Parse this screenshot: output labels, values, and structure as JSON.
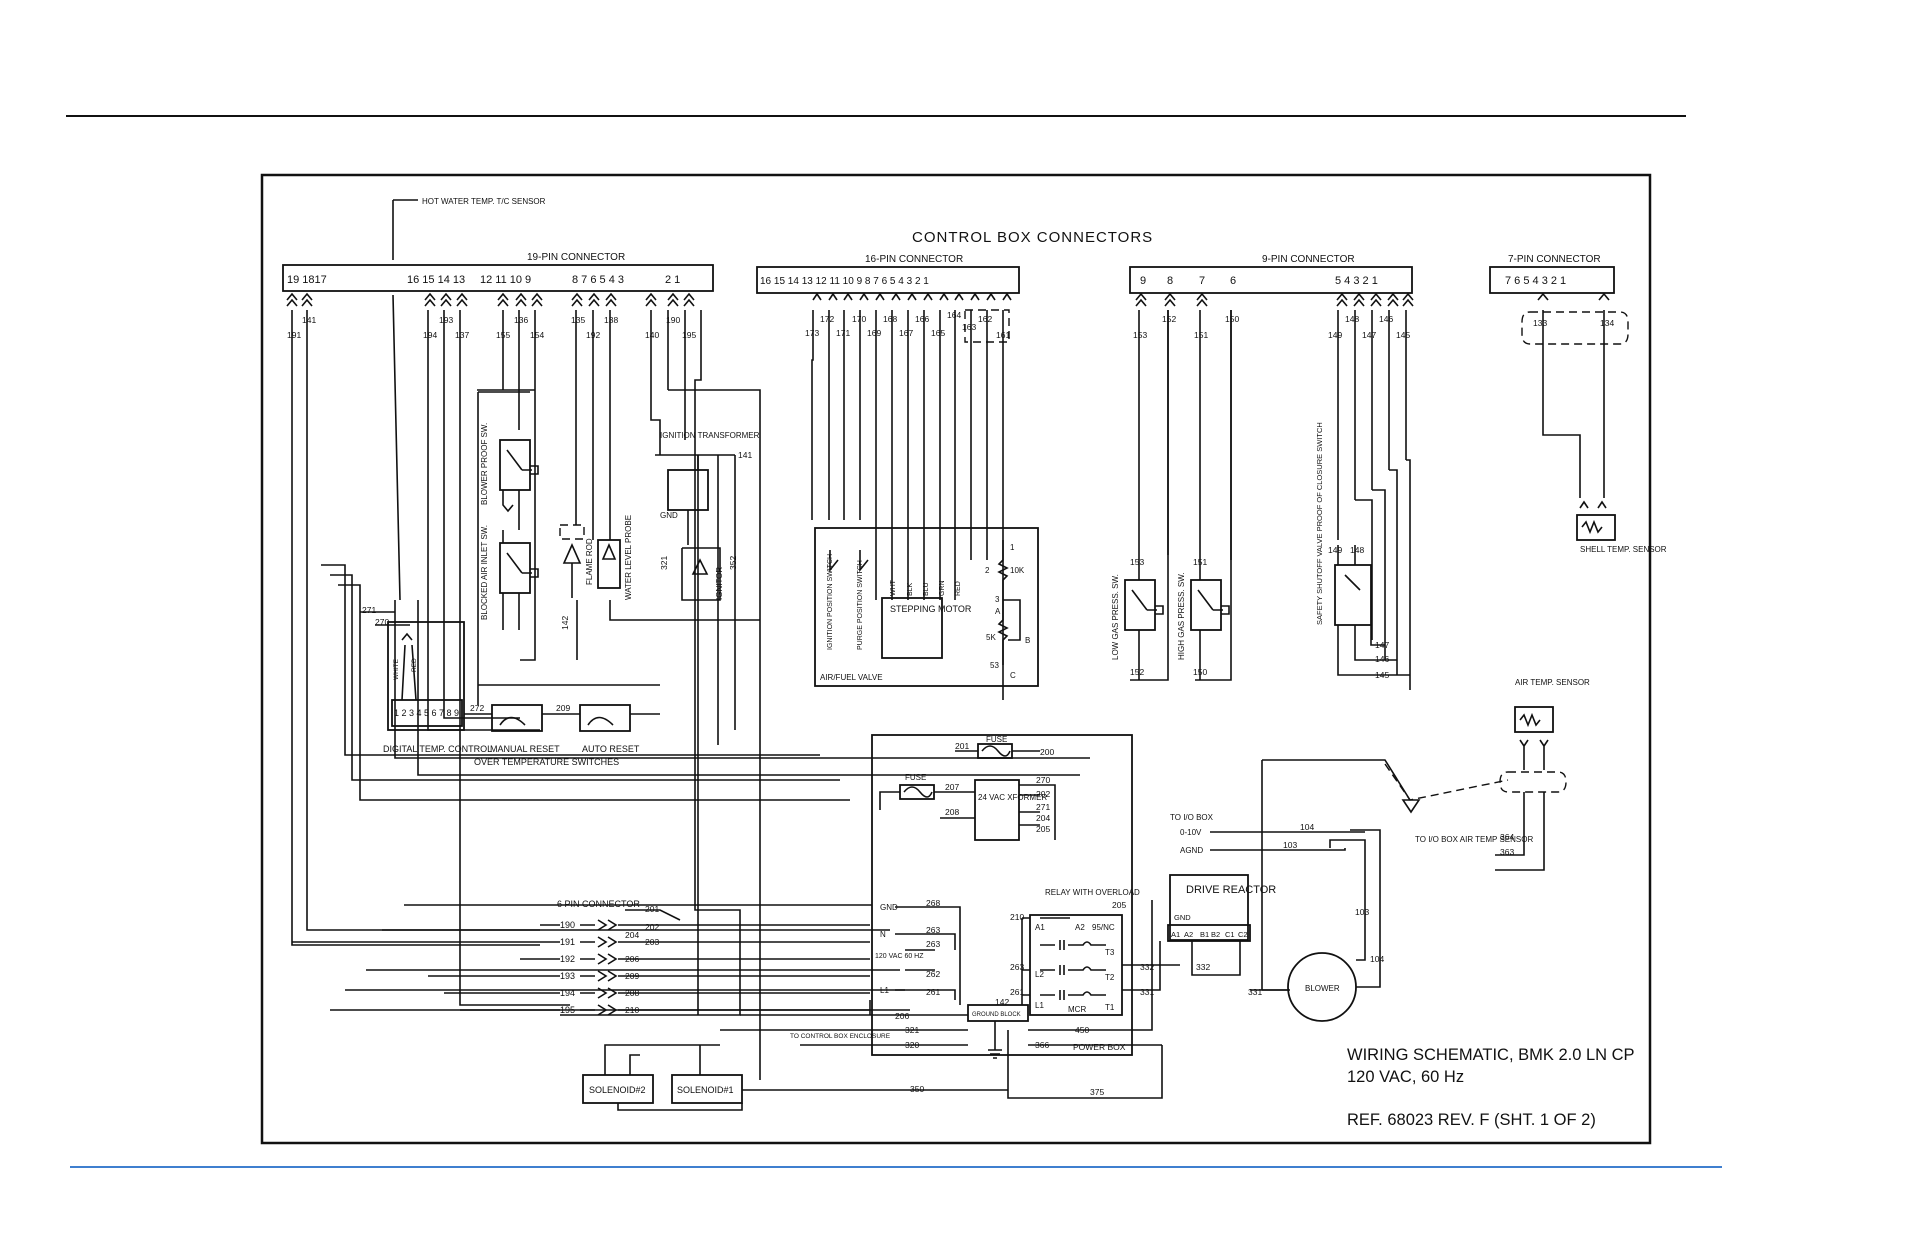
{
  "sheet": {
    "title": "CONTROL BOX CONNECTORS",
    "caption_line1": "WIRING SCHEMATIC, BMK 2.0 LN CP",
    "caption_line2": "120 VAC, 60 Hz",
    "caption_line3": "REF. 68023 REV. F (SHT. 1 OF 2)"
  },
  "connectors": {
    "c19": {
      "label": "19-PIN CONNECTOR",
      "pins": [
        "19 1817",
        "16 15 14 13",
        "12 11 10 9",
        "8 7 6 5 4 3",
        "2 1"
      ],
      "wires": [
        "191",
        "141",
        "194",
        "193",
        "137",
        "155",
        "136",
        "154",
        "135",
        "192",
        "138",
        "140",
        "190",
        "195"
      ]
    },
    "c16": {
      "label": "16-PIN CONNECTOR",
      "pins": "16 15 14 13 12 11 10 9 8 7 6 5 4 3 2 1",
      "wires": [
        "173",
        "172",
        "171",
        "170",
        "169",
        "168",
        "167",
        "166",
        "165",
        "164",
        "163",
        "162",
        "161"
      ]
    },
    "c9": {
      "label": "9-PIN CONNECTOR",
      "pins": [
        "9",
        "8",
        "7",
        "6",
        "5 4 3 2 1"
      ],
      "wires": [
        "153",
        "152",
        "151",
        "150",
        "149",
        "148",
        "147",
        "146",
        "145"
      ]
    },
    "c7": {
      "label": "7-PIN CONNECTOR",
      "pins": "7 6 5 4 3 2 1",
      "wires": [
        "133",
        "134"
      ]
    },
    "c6": {
      "label": "6 PIN CONNECTOR",
      "wires": [
        "190",
        "191",
        "192",
        "193",
        "194",
        "195"
      ],
      "right_wires": [
        "201",
        "202",
        "204",
        "203",
        "206",
        "209",
        "208",
        "210"
      ]
    }
  },
  "components": {
    "hot_water": "HOT WATER TEMP. T/C SENSOR",
    "blower_proof": "BLOWER PROOF SW.",
    "blocked_air": "BLOCKED AIR INLET SW.",
    "flame_rod": "FLAME ROD",
    "water_level": "WATER LEVEL PROBE",
    "ignition_transformer": "IGNITION TRANSFORMER",
    "gnd": "GND",
    "ignitor": "IGNITOR",
    "ign_wires": [
      "321",
      "352",
      "142",
      "141"
    ],
    "digital_temp": "DIGITAL TEMP. CONTROL",
    "dtc_pins": "1 2 3 4 5 6 7 8 9",
    "dtc_wires": [
      "271",
      "270",
      "272",
      "209"
    ],
    "white": "WHITE",
    "red": "RED",
    "manual_reset": "MANUAL RESET",
    "auto_reset": "AUTO RESET",
    "over_temp": "OVER TEMPERATURE SWITCHES",
    "ignition_pos": "IGNITION POSITION SWITCH",
    "purge_pos": "PURGE POSITION SWITCH",
    "stepping_motor": "STEPPING MOTOR",
    "air_fuel_valve": "AIR/FUEL VALVE",
    "motor_colors": [
      "WHT",
      "BLK",
      "BLU",
      "GRN",
      "RED"
    ],
    "pot_labels": [
      "1",
      "2",
      "10K",
      "3",
      "A",
      "5K",
      "B",
      "53",
      "C"
    ],
    "low_gas": "LOW GAS PRESS. SW.",
    "high_gas": "HIGH GAS PRESS. SW.",
    "safety_valve": "SAFETY SHUTOFF VALVE PROOF OF CLOSURE SWITCH",
    "shell_sensor": "SHELL TEMP. SENSOR",
    "air_sensor": "AIR TEMP. SENSOR",
    "fuse": "FUSE",
    "xformer": "24 VAC XFORMER",
    "xformer_wires": [
      "201",
      "200",
      "207",
      "208",
      "270",
      "202",
      "271",
      "204",
      "205"
    ],
    "relay": "RELAY WITH OVERLOAD",
    "relay_labels": [
      "A1",
      "A2",
      "95/NC",
      "L2",
      "T3",
      "T2",
      "L1",
      "T1",
      "MCR"
    ],
    "power_box": "POWER BOX",
    "ground_block": "GROUND BLOCK",
    "supply": "120 VAC 60 HZ",
    "supply_labels": [
      "GND",
      "N",
      "L1",
      "268",
      "263",
      "263",
      "262",
      "261",
      "205",
      "210",
      "206",
      "321",
      "320",
      "142"
    ],
    "drive_reactor": "DRIVE REACTOR",
    "drive_terms": [
      "GND",
      "A1",
      "A2",
      "B1",
      "B2",
      "C1",
      "C2"
    ],
    "blower": "BLOWER",
    "to_io_box": "TO I/O BOX",
    "io_labels": [
      "0-10V",
      "AGND",
      "104",
      "103",
      "332",
      "331",
      "450",
      "366",
      "375",
      "350"
    ],
    "to_io_box_air": "TO I/O BOX AIR TEMP SENSOR",
    "io_air_wires": [
      "364",
      "363"
    ],
    "to_control_box": "TO CONTROL BOX ENCLOSURE",
    "solenoid2": "SOLENOID#2",
    "solenoid1": "SOLENOID#1"
  }
}
